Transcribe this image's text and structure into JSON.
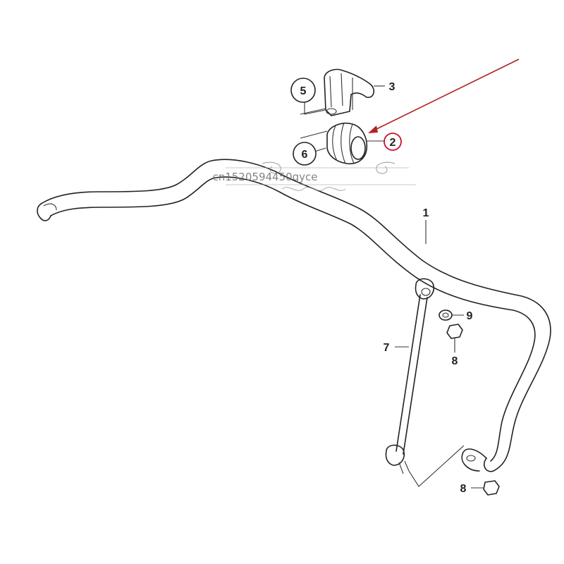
{
  "callouts": {
    "c1": "1",
    "c2": "2",
    "c3": "3",
    "c5": "5",
    "c6": "6",
    "c7": "7",
    "c8a": "8",
    "c8b": "8",
    "c9": "9"
  },
  "watermark": "cn1520594450qyce",
  "colors": {
    "arrow": "#b22222",
    "highlight_circle": "#c8102e",
    "line": "#222222",
    "watermark": "#6e6e6e"
  }
}
